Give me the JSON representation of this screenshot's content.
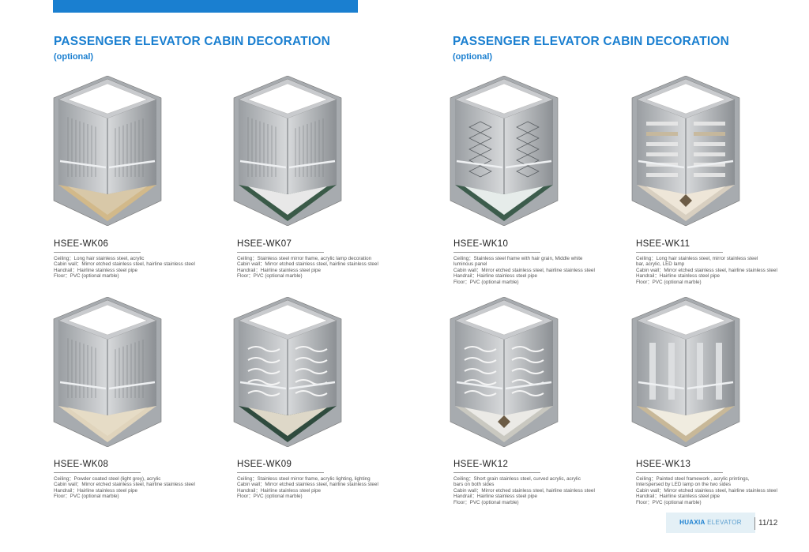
{
  "section_left": {
    "title": "PASSENGER ELEVATOR CABIN DECORATION",
    "subtitle": "(optional)"
  },
  "section_right": {
    "title": "PASSENGER ELEVATOR CABIN DECORATION",
    "subtitle": "(optional)"
  },
  "products": [
    {
      "model": "HSEE-WK06",
      "lines": [
        "Ceiling：Long hair stainless steel, acrylic",
        "Cabin wall：Mirror etched stainless steel, hairline stainless steel",
        "Handrail：Hairline stainless steel pipe",
        "Floor：PVC (optional marble)"
      ]
    },
    {
      "model": "HSEE-WK07",
      "lines": [
        "Ceiling：Stainless steel mirror frame, acrylic lamp decoration",
        "Cabin wall：Mirror etched stainless steel, hairline stainless steel",
        "Handrail：Hairline stainless steel pipe",
        "Floor：PVC (optional marble)"
      ]
    },
    {
      "model": "HSEE-WK10",
      "lines": [
        "Ceiling：Stainless steel frame with hair grain, Middle white",
        "luminous panel",
        "Cabin wall：Mirror etched stainless steel, hairline stainless steel",
        "Handrail：Hairline stainless steel pipe",
        "Floor：PVC (optional marble)"
      ]
    },
    {
      "model": "HSEE-WK11",
      "lines": [
        "Ceiling：Long hair stainless steel, mirror stainless steel",
        "bar, acrylic, LED lamp",
        "Cabin wall：Mirror etched stainless steel, hairline stainless steel",
        "Handrail：Hairline stainless steel pipe",
        "Floor：PVC (optional marble)"
      ]
    },
    {
      "model": "HSEE-WK08",
      "lines": [
        "Ceiling：Powder coated steel (light grey), acrylic",
        "Cabin wall：Mirror etched stainless steel, hairline stainless steel",
        "Handrail：Hairline stainless steel pipe",
        "Floor：PVC (optional marble)"
      ]
    },
    {
      "model": "HSEE-WK09",
      "lines": [
        "Ceiling：Stainless steel mirror frame, acrylic lighting, lighting",
        "Cabin wall：Mirror etched stainless steel, hairline stainless steel",
        "Handrail：Hairline stainless steel pipe",
        "Floor：PVC (optional marble)"
      ]
    },
    {
      "model": "HSEE-WK12",
      "lines": [
        "Ceiling：Short grain stainless steel, curved acrylic, acrylic",
        "bars on both sides",
        "Cabin wall：Mirror etched stainless steel, hairline stainless steel",
        "Handrail：Hairline stainless steel pipe",
        "Floor：PVC (optional marble)"
      ]
    },
    {
      "model": "HSEE-WK13",
      "lines": [
        "Ceiling：Painted steel framework , acrylic printings,",
        "Interspersed by LED lamp on the two sides",
        "Cabin wall：Mirror etched stainless steel, hairline stainless steel",
        "Handrail：Hairline stainless steel pipe",
        "Floor：PVC (optional marble)"
      ]
    }
  ],
  "footer": {
    "brand_bold": "HUAXIA",
    "brand_rest": "ELEVATOR",
    "page": "11/12"
  },
  "colors": {
    "accent": "#1a7fd0",
    "steel": "#b9bcbf",
    "footer_bg": "#e4f0f6"
  }
}
